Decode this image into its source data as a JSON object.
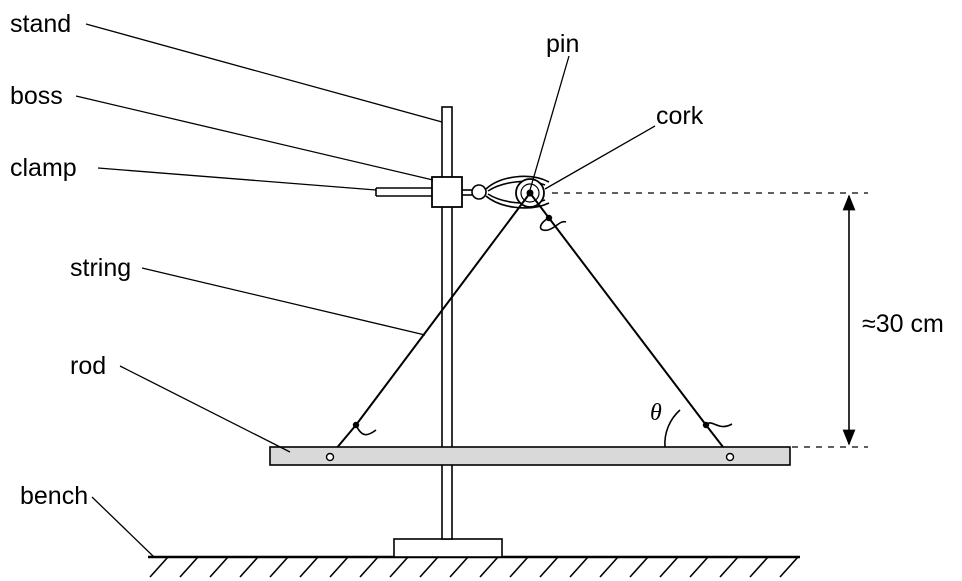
{
  "labels": {
    "stand": "stand",
    "boss": "boss",
    "clamp": "clamp",
    "string": "string",
    "rod": "rod",
    "bench": "bench",
    "pin": "pin",
    "cork": "cork",
    "height": "≈30 cm",
    "angle": "θ"
  },
  "colors": {
    "rod_fill": "#d9d9d9",
    "ink": "#000000"
  }
}
